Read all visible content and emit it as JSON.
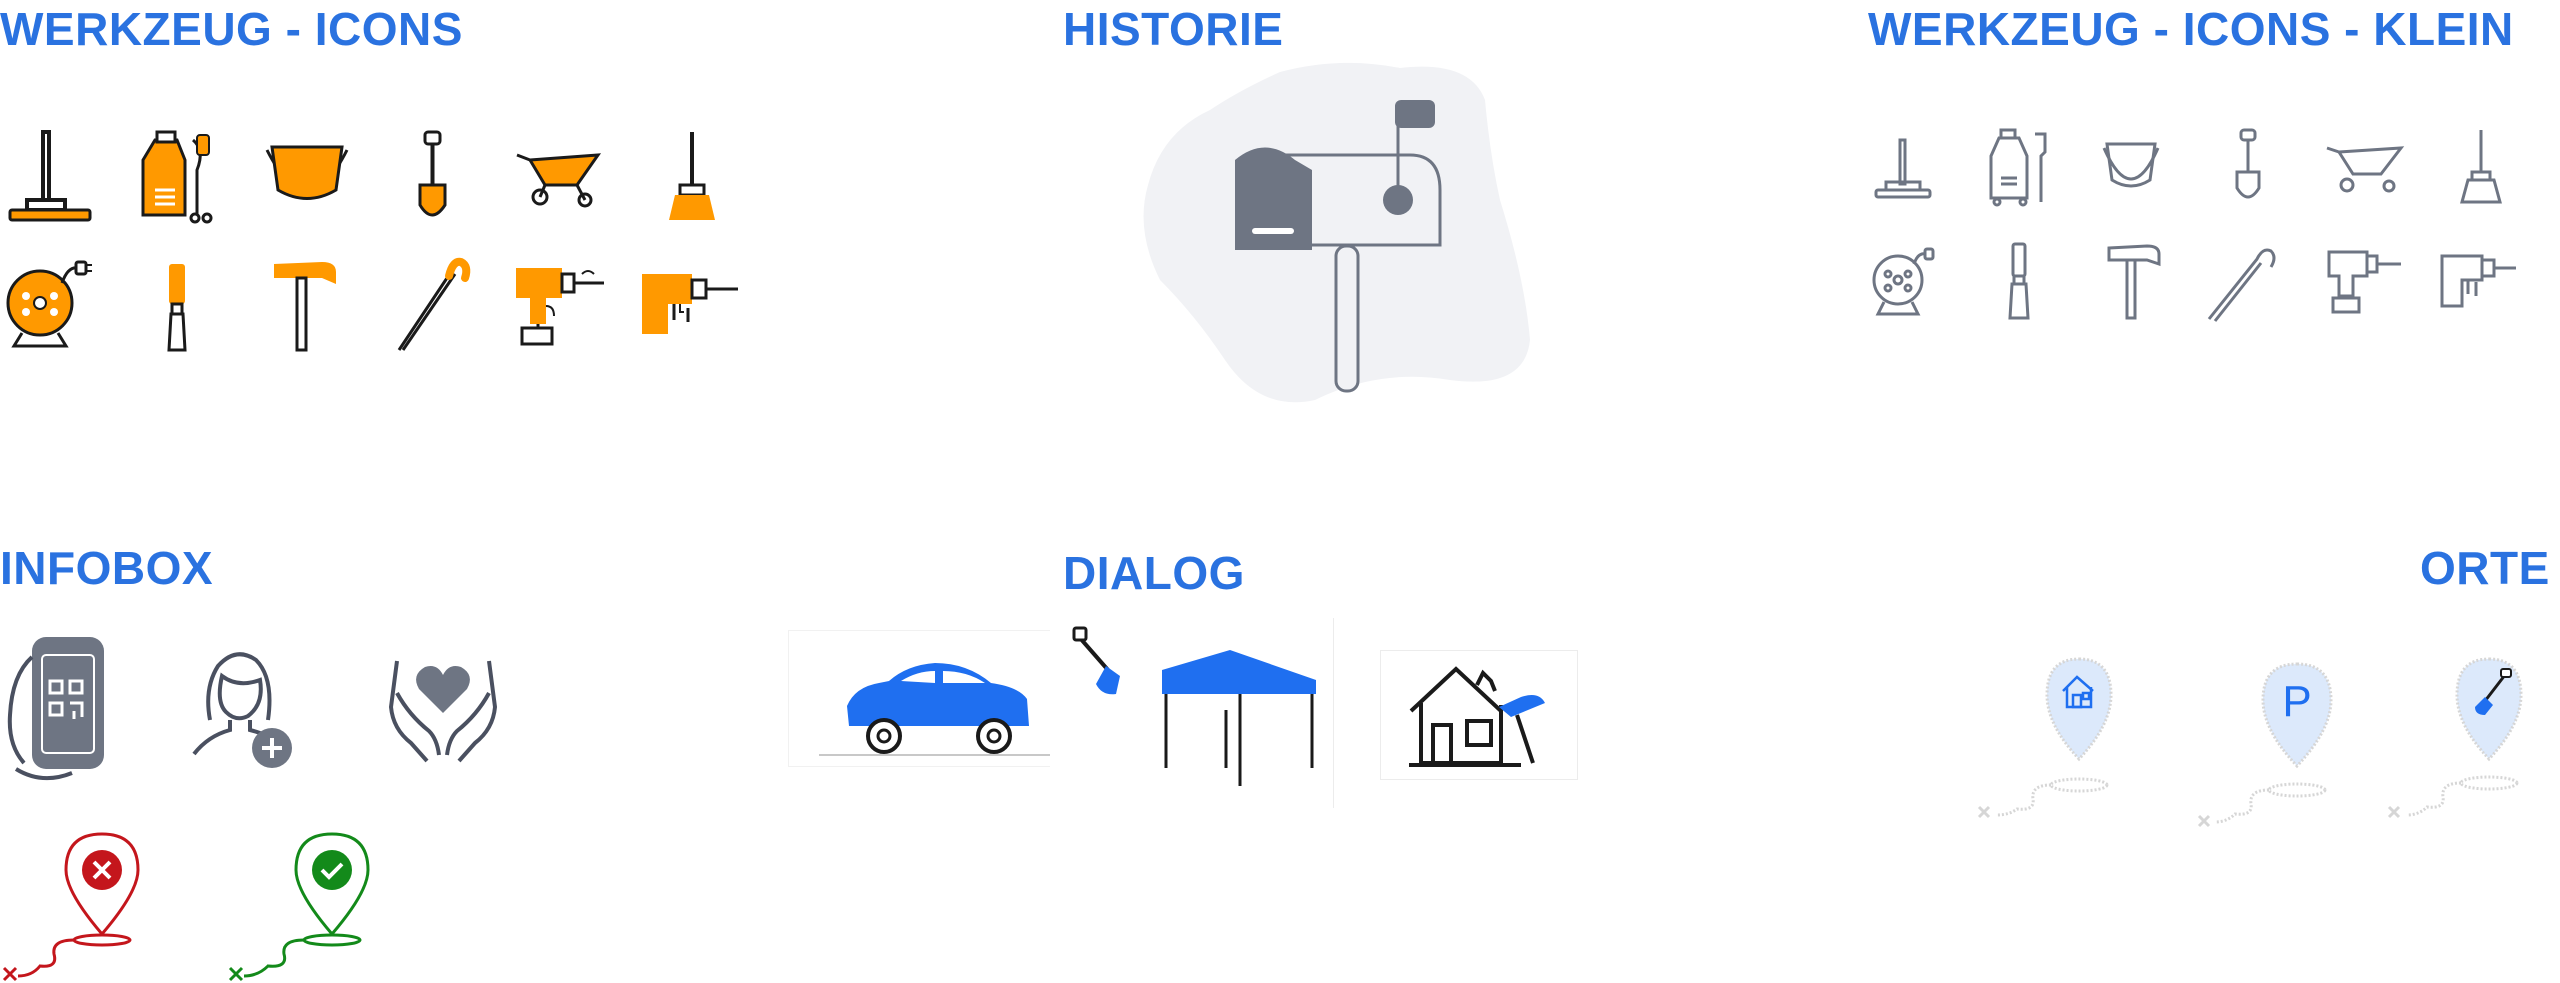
{
  "sections": {
    "werkzeug_icons": {
      "title": "WERKZEUG - ICONS"
    },
    "historie": {
      "title": "HISTORIE"
    },
    "werkzeug_icons_klein": {
      "title": "WERKZEUG - ICONS - KLEIN"
    },
    "infobox": {
      "title": "INFOBOX"
    },
    "dialog": {
      "title": "DIALOG"
    },
    "orte": {
      "title": "ORTE",
      "parking_letter": "P"
    }
  },
  "colors": {
    "title_blue": "#2a72e0",
    "tool_orange": "#ff9900",
    "tool_outline": "#1a1a1a",
    "gray_icon": "#6e7583",
    "blob_bg": "#f1f2f5",
    "dialog_blue": "#1f6ff0",
    "status_error": "#c4161c",
    "status_success": "#138a1a",
    "pin_bg": "#dce9fb"
  },
  "tool_icons": [
    "squeegee-icon",
    "pressure-sprayer-icon",
    "bucket-icon",
    "shovel-icon",
    "wheelbarrow-icon",
    "plunger-icon",
    "cable-reel-icon",
    "chisel-icon",
    "hammer-icon",
    "crowbar-icon",
    "cordless-drill-icon",
    "hammer-drill-icon"
  ],
  "infobox_icons": [
    "phone-qr-code-icon",
    "add-user-icon",
    "heart-in-hands-icon",
    "location-error-icon",
    "location-success-icon"
  ],
  "dialog_icons": [
    "car-icon",
    "tent-with-shovel-icon",
    "house-repair-icon"
  ],
  "orte_icons": [
    "house-location-pin-icon",
    "parking-location-pin-icon",
    "shovel-location-pin-icon"
  ]
}
